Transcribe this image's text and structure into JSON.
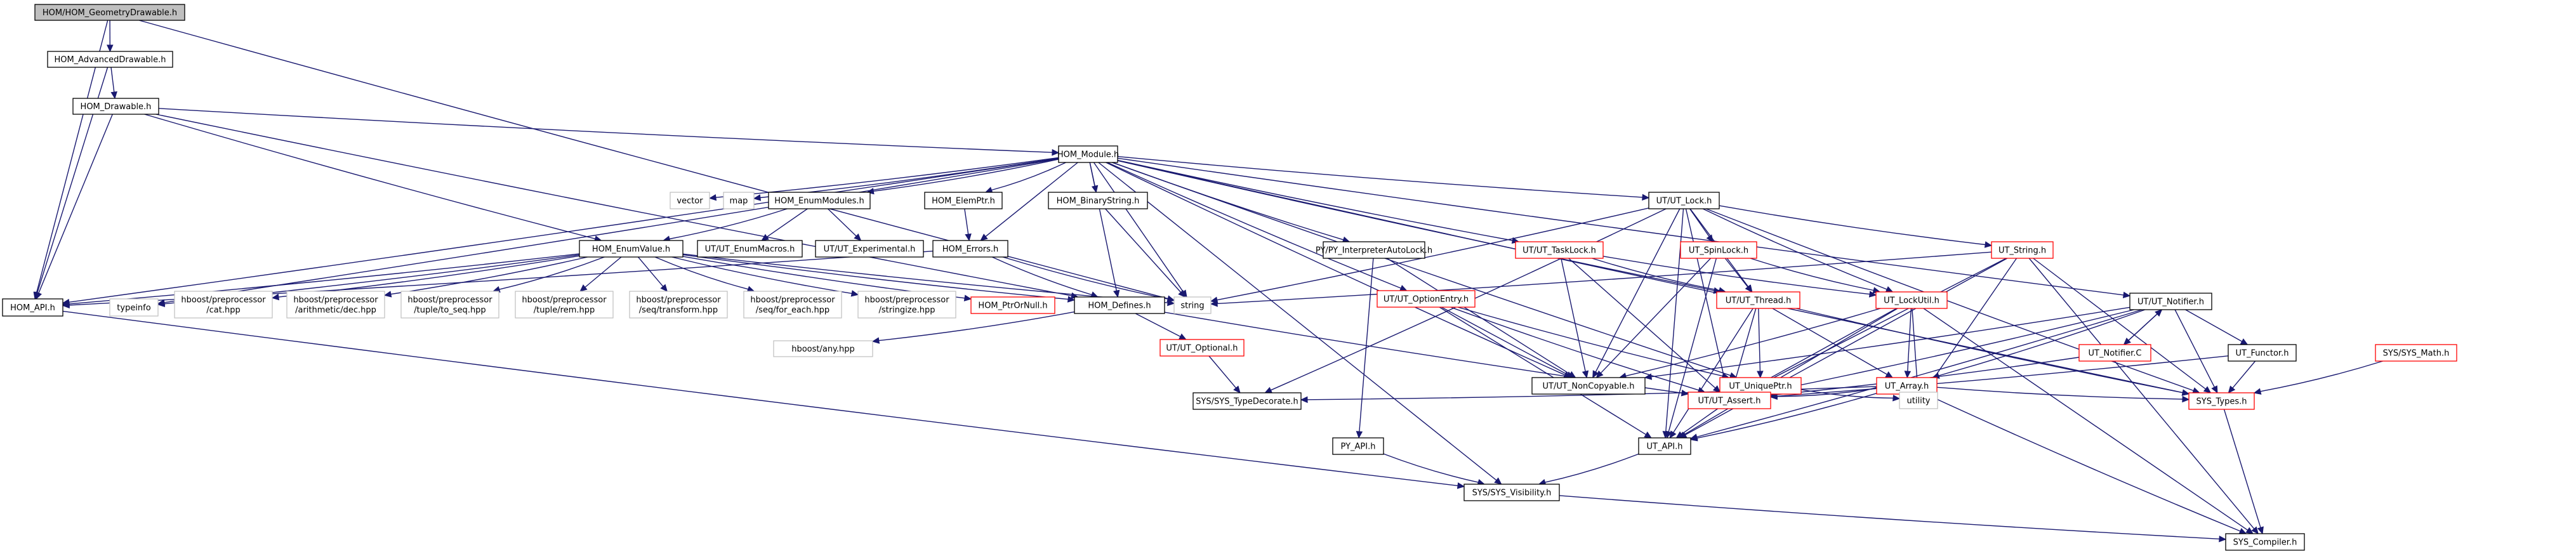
{
  "title": "HOM/HOM_GeometryDrawable.h include dependency graph",
  "colors": {
    "edge": "#191970",
    "node_border_normal": "#000000",
    "node_border_truncated": "#ff0000",
    "node_border_external": "#bfbfbf",
    "root_fill": "#bfbfbf"
  },
  "nodes": [
    {
      "id": "geom",
      "label": [
        "HOM/HOM_GeometryDrawable.h"
      ],
      "kind": "root"
    },
    {
      "id": "adv",
      "label": [
        "HOM_AdvancedDrawable.h"
      ],
      "kind": "normal"
    },
    {
      "id": "draw",
      "label": [
        "HOM_Drawable.h"
      ],
      "kind": "normal"
    },
    {
      "id": "module",
      "label": [
        "HOM_Module.h"
      ],
      "kind": "normal"
    },
    {
      "id": "vector",
      "label": [
        "vector"
      ],
      "kind": "external"
    },
    {
      "id": "map",
      "label": [
        "map"
      ],
      "kind": "external"
    },
    {
      "id": "enummod",
      "label": [
        "HOM_EnumModules.h"
      ],
      "kind": "normal"
    },
    {
      "id": "elemptr",
      "label": [
        "HOM_ElemPtr.h"
      ],
      "kind": "normal"
    },
    {
      "id": "binstr",
      "label": [
        "HOM_BinaryString.h"
      ],
      "kind": "normal"
    },
    {
      "id": "enumval",
      "label": [
        "HOM_EnumValue.h"
      ],
      "kind": "normal"
    },
    {
      "id": "enummacros",
      "label": [
        "UT/UT_EnumMacros.h"
      ],
      "kind": "normal"
    },
    {
      "id": "experimental",
      "label": [
        "UT/UT_Experimental.h"
      ],
      "kind": "normal"
    },
    {
      "id": "errors",
      "label": [
        "HOM_Errors.h"
      ],
      "kind": "normal"
    },
    {
      "id": "homapi",
      "label": [
        "HOM_API.h"
      ],
      "kind": "normal"
    },
    {
      "id": "typeinfo",
      "label": [
        "typeinfo"
      ],
      "kind": "external"
    },
    {
      "id": "cat",
      "label": [
        "hboost/preprocessor",
        "/cat.hpp"
      ],
      "kind": "external"
    },
    {
      "id": "dec",
      "label": [
        "hboost/preprocessor",
        "/arithmetic/dec.hpp"
      ],
      "kind": "external"
    },
    {
      "id": "toseq",
      "label": [
        "hboost/preprocessor",
        "/tuple/to_seq.hpp"
      ],
      "kind": "external"
    },
    {
      "id": "rem",
      "label": [
        "hboost/preprocessor",
        "/tuple/rem.hpp"
      ],
      "kind": "external"
    },
    {
      "id": "transform",
      "label": [
        "hboost/preprocessor",
        "/seq/transform.hpp"
      ],
      "kind": "external"
    },
    {
      "id": "foreach",
      "label": [
        "hboost/preprocessor",
        "/seq/for_each.hpp"
      ],
      "kind": "external"
    },
    {
      "id": "stringize",
      "label": [
        "hboost/preprocessor",
        "/stringize.hpp"
      ],
      "kind": "external"
    },
    {
      "id": "ptrornull",
      "label": [
        "HOM_PtrOrNull.h"
      ],
      "kind": "truncated"
    },
    {
      "id": "defines",
      "label": [
        "HOM_Defines.h"
      ],
      "kind": "normal"
    },
    {
      "id": "string",
      "label": [
        "string"
      ],
      "kind": "external"
    },
    {
      "id": "any",
      "label": [
        "hboost/any.hpp"
      ],
      "kind": "external"
    },
    {
      "id": "pyauto",
      "label": [
        "PY/PY_InterpreterAutoLock.h"
      ],
      "kind": "normal"
    },
    {
      "id": "tasklock",
      "label": [
        "UT/UT_TaskLock.h"
      ],
      "kind": "truncated"
    },
    {
      "id": "utlock",
      "label": [
        "UT/UT_Lock.h"
      ],
      "kind": "normal"
    },
    {
      "id": "spinlock",
      "label": [
        "UT_SpinLock.h"
      ],
      "kind": "truncated"
    },
    {
      "id": "utstring",
      "label": [
        "UT_String.h"
      ],
      "kind": "truncated"
    },
    {
      "id": "optentry",
      "label": [
        "UT/UT_OptionEntry.h"
      ],
      "kind": "truncated"
    },
    {
      "id": "optional",
      "label": [
        "UT/UT_Optional.h"
      ],
      "kind": "truncated"
    },
    {
      "id": "thread",
      "label": [
        "UT/UT_Thread.h"
      ],
      "kind": "truncated"
    },
    {
      "id": "lockutil",
      "label": [
        "UT_LockUtil.h"
      ],
      "kind": "truncated"
    },
    {
      "id": "noncopy",
      "label": [
        "UT/UT_NonCopyable.h"
      ],
      "kind": "normal"
    },
    {
      "id": "uniqueptr",
      "label": [
        "UT_UniquePtr.h"
      ],
      "kind": "truncated"
    },
    {
      "id": "array",
      "label": [
        "UT_Array.h"
      ],
      "kind": "truncated"
    },
    {
      "id": "typedecorate",
      "label": [
        "SYS/SYS_TypeDecorate.h"
      ],
      "kind": "normal"
    },
    {
      "id": "assert",
      "label": [
        "UT/UT_Assert.h"
      ],
      "kind": "truncated"
    },
    {
      "id": "utility",
      "label": [
        "utility"
      ],
      "kind": "external"
    },
    {
      "id": "notifier",
      "label": [
        "UT/UT_Notifier.h"
      ],
      "kind": "normal"
    },
    {
      "id": "notifierc",
      "label": [
        "UT_Notifier.C"
      ],
      "kind": "truncated"
    },
    {
      "id": "functor",
      "label": [
        "UT_Functor.h"
      ],
      "kind": "normal"
    },
    {
      "id": "sysmath",
      "label": [
        "SYS/SYS_Math.h"
      ],
      "kind": "truncated"
    },
    {
      "id": "systypes",
      "label": [
        "SYS_Types.h"
      ],
      "kind": "truncated"
    },
    {
      "id": "pyapi",
      "label": [
        "PY_API.h"
      ],
      "kind": "normal"
    },
    {
      "id": "utapi",
      "label": [
        "UT_API.h"
      ],
      "kind": "normal"
    },
    {
      "id": "visibility",
      "label": [
        "SYS/SYS_Visibility.h"
      ],
      "kind": "normal"
    },
    {
      "id": "compiler",
      "label": [
        "SYS_Compiler.h"
      ],
      "kind": "normal"
    }
  ],
  "edges": [
    [
      "geom",
      "adv"
    ],
    [
      "geom",
      "homapi"
    ],
    [
      "geom",
      "string"
    ],
    [
      "adv",
      "draw"
    ],
    [
      "adv",
      "homapi"
    ],
    [
      "draw",
      "homapi"
    ],
    [
      "draw",
      "module"
    ],
    [
      "draw",
      "enumval"
    ],
    [
      "draw",
      "defines"
    ],
    [
      "module",
      "homapi"
    ],
    [
      "module",
      "vector"
    ],
    [
      "module",
      "map"
    ],
    [
      "module",
      "enummod"
    ],
    [
      "module",
      "elemptr"
    ],
    [
      "module",
      "binstr"
    ],
    [
      "module",
      "errors"
    ],
    [
      "module",
      "defines"
    ],
    [
      "module",
      "string"
    ],
    [
      "module",
      "typeinfo"
    ],
    [
      "module",
      "pyauto"
    ],
    [
      "module",
      "tasklock"
    ],
    [
      "module",
      "utlock"
    ],
    [
      "module",
      "optentry"
    ],
    [
      "module",
      "thread"
    ],
    [
      "module",
      "noncopy"
    ],
    [
      "module",
      "notifier"
    ],
    [
      "module",
      "systypes"
    ],
    [
      "module",
      "visibility"
    ],
    [
      "module",
      "uniqueptr"
    ],
    [
      "enummod",
      "enumval"
    ],
    [
      "enummod",
      "enummacros"
    ],
    [
      "enummod",
      "experimental"
    ],
    [
      "elemptr",
      "errors"
    ],
    [
      "binstr",
      "string"
    ],
    [
      "enumval",
      "homapi"
    ],
    [
      "enumval",
      "typeinfo"
    ],
    [
      "enumval",
      "cat"
    ],
    [
      "enumval",
      "dec"
    ],
    [
      "enumval",
      "toseq"
    ],
    [
      "enumval",
      "rem"
    ],
    [
      "enumval",
      "transform"
    ],
    [
      "enumval",
      "foreach"
    ],
    [
      "enumval",
      "stringize"
    ],
    [
      "enumval",
      "ptrornull"
    ],
    [
      "enumval",
      "defines"
    ],
    [
      "enumval",
      "string"
    ],
    [
      "errors",
      "homapi"
    ],
    [
      "errors",
      "defines"
    ],
    [
      "errors",
      "string"
    ],
    [
      "homapi",
      "visibility"
    ],
    [
      "defines",
      "any"
    ],
    [
      "defines",
      "optional"
    ],
    [
      "defines",
      "assert"
    ],
    [
      "optional",
      "typedecorate"
    ],
    [
      "pyauto",
      "pyapi"
    ],
    [
      "pyauto",
      "noncopy"
    ],
    [
      "tasklock",
      "noncopy"
    ],
    [
      "tasklock",
      "thread"
    ],
    [
      "tasklock",
      "assert"
    ],
    [
      "tasklock",
      "lockutil"
    ],
    [
      "utlock",
      "spinlock"
    ],
    [
      "utlock",
      "utstring"
    ],
    [
      "utlock",
      "thread"
    ],
    [
      "utlock",
      "lockutil"
    ],
    [
      "utlock",
      "noncopy"
    ],
    [
      "utlock",
      "utapi"
    ],
    [
      "utlock",
      "typedecorate"
    ],
    [
      "utlock",
      "string"
    ],
    [
      "utlock",
      "assert"
    ],
    [
      "utlock",
      "systypes"
    ],
    [
      "spinlock",
      "thread"
    ],
    [
      "spinlock",
      "lockutil"
    ],
    [
      "spinlock",
      "noncopy"
    ],
    [
      "spinlock",
      "utapi"
    ],
    [
      "utstring",
      "string"
    ],
    [
      "utstring",
      "utapi"
    ],
    [
      "utstring",
      "assert"
    ],
    [
      "utstring",
      "utility"
    ],
    [
      "utstring",
      "systypes"
    ],
    [
      "utstring",
      "compiler"
    ],
    [
      "optentry",
      "noncopy"
    ],
    [
      "optentry",
      "utapi"
    ],
    [
      "optentry",
      "assert"
    ],
    [
      "optentry",
      "uniqueptr"
    ],
    [
      "thread",
      "uniqueptr"
    ],
    [
      "thread",
      "array"
    ],
    [
      "thread",
      "assert"
    ],
    [
      "thread",
      "utapi"
    ],
    [
      "thread",
      "systypes"
    ],
    [
      "lockutil",
      "array"
    ],
    [
      "lockutil",
      "assert"
    ],
    [
      "lockutil",
      "utility"
    ],
    [
      "lockutil",
      "noncopy"
    ],
    [
      "lockutil",
      "compiler"
    ],
    [
      "lockutil",
      "utapi"
    ],
    [
      "uniqueptr",
      "utility"
    ],
    [
      "array",
      "assert"
    ],
    [
      "array",
      "utility"
    ],
    [
      "array",
      "utapi"
    ],
    [
      "array",
      "systypes"
    ],
    [
      "array",
      "typedecorate"
    ],
    [
      "array",
      "compiler"
    ],
    [
      "notifier",
      "notifierc"
    ],
    [
      "notifierc",
      "notifier"
    ],
    [
      "notifier",
      "functor"
    ],
    [
      "notifier",
      "systypes"
    ],
    [
      "notifier",
      "array"
    ],
    [
      "notifier",
      "utapi"
    ],
    [
      "notifier",
      "assert"
    ],
    [
      "notifier",
      "noncopy"
    ],
    [
      "notifierc",
      "assert"
    ],
    [
      "functor",
      "systypes"
    ],
    [
      "functor",
      "assert"
    ],
    [
      "sysmath",
      "systypes"
    ],
    [
      "systypes",
      "compiler"
    ],
    [
      "assert",
      "utapi"
    ],
    [
      "pyapi",
      "visibility"
    ],
    [
      "utapi",
      "visibility"
    ],
    [
      "visibility",
      "compiler"
    ]
  ]
}
